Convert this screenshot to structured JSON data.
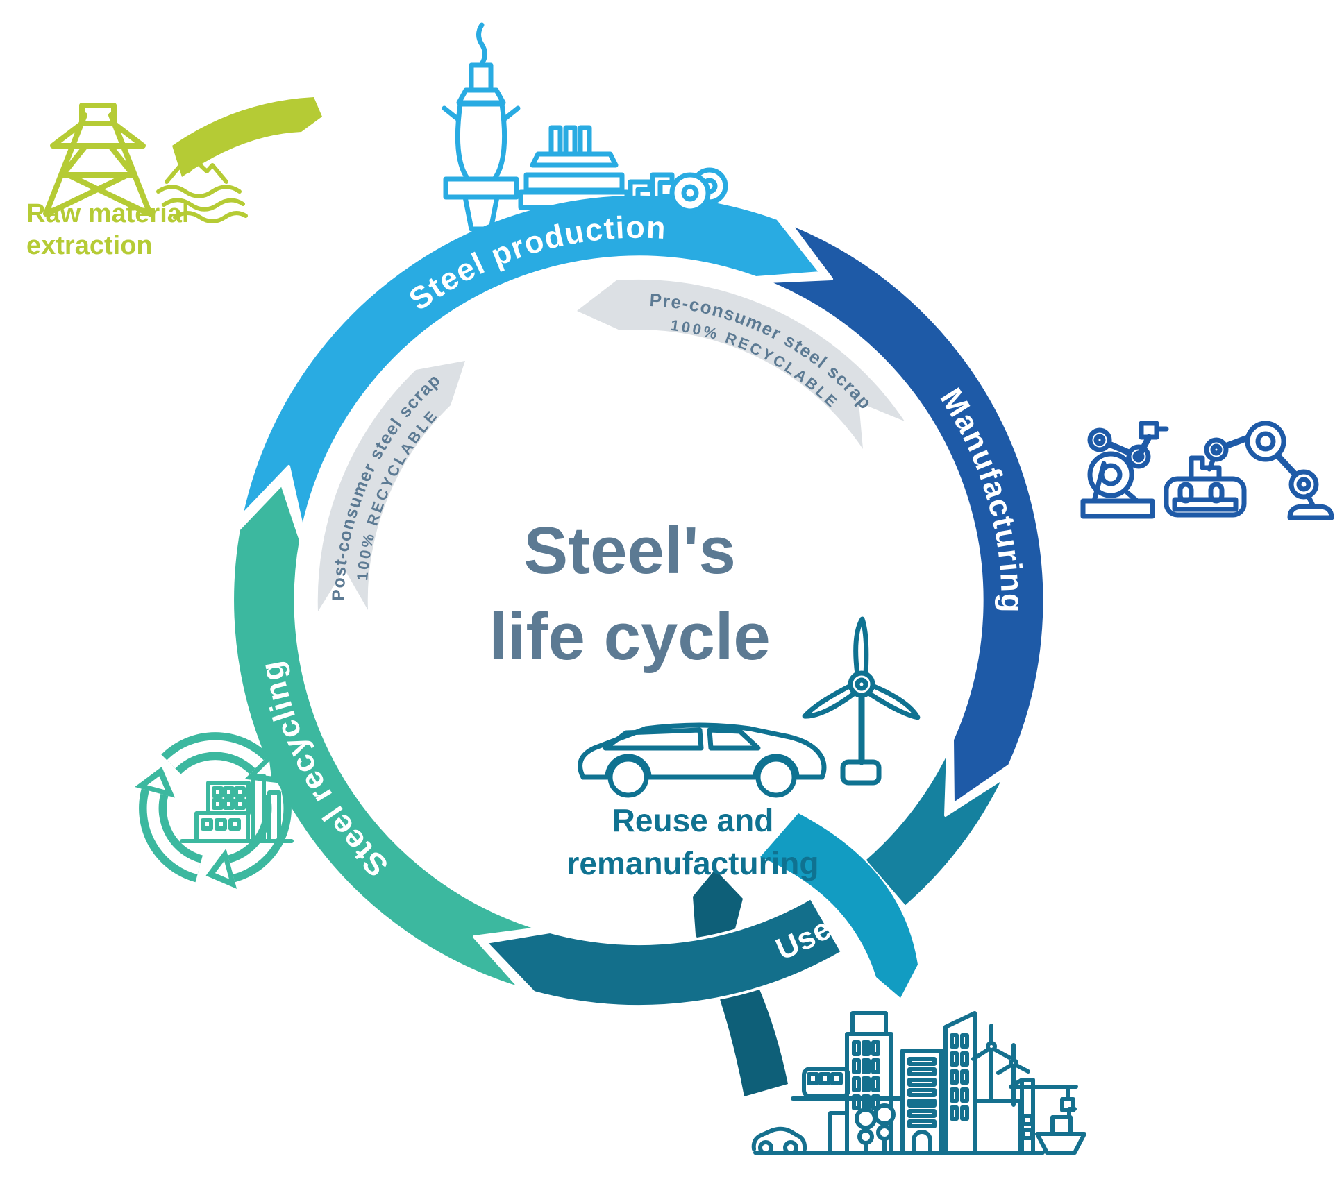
{
  "title": {
    "line1": "Steel's",
    "line2": "life cycle"
  },
  "external_stage": {
    "label_line1": "Raw material",
    "label_line2": "extraction",
    "icon": "power-pylon-and-landscape-icon"
  },
  "stages": [
    {
      "id": "steel-production",
      "label": "Steel production",
      "icon": "blast-furnace-plant-and-coils-icon"
    },
    {
      "id": "manufacturing",
      "label": "Manufacturing",
      "icon": "robotic-arms-icon"
    },
    {
      "id": "use",
      "label": "Use",
      "icon": "city-skyline-icon"
    },
    {
      "id": "steel-recycling",
      "label": "Steel recycling",
      "icon": "recycling-factory-icon"
    }
  ],
  "inner_flows": [
    {
      "id": "pre-consumer",
      "label": "Pre-consumer steel scrap",
      "sublabel": "100% RECYCLABLE"
    },
    {
      "id": "post-consumer",
      "label": "Post-consumer steel scrap",
      "sublabel": "100% RECYCLABLE"
    }
  ],
  "reuse": {
    "line1": "Reuse and",
    "line2": "remanufacturing",
    "icon": "car-and-wind-turbine-icon"
  },
  "colors": {
    "lime": "#B5CB35",
    "light_blue": "#29ABE2",
    "dark_blue": "#1E5AA7",
    "use_teal": "#136F8B",
    "use_teal_light": "#15819F",
    "recycle_teal": "#3CB89F",
    "scrap_gray": "#DCE0E4",
    "slate": "#5C7A93",
    "dark_teal": "#0F7291",
    "city_teal": "#15708E",
    "inbound_dark": "#0E5F78",
    "outbound_cyan": "#129CC2",
    "white": "#FFFFFF"
  }
}
